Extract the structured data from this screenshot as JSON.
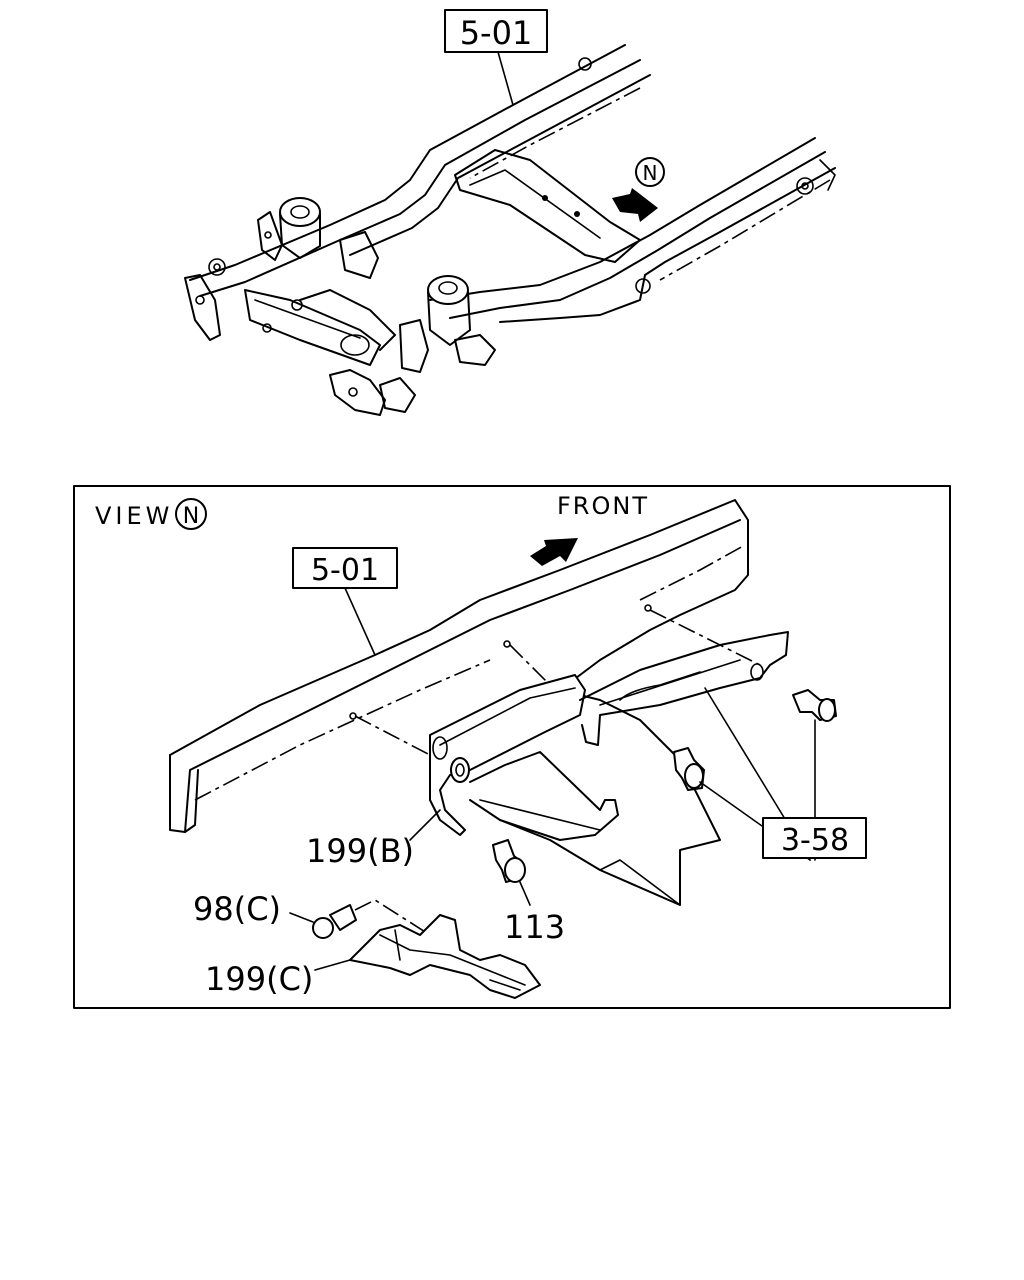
{
  "overview": {
    "ref_label": "5-01",
    "view_marker": "N"
  },
  "detail": {
    "view_caption": "VIEW",
    "view_marker": "N",
    "front_label": "FRONT",
    "ref_frame": "5-01",
    "ref_bolts": "3-58",
    "callouts": {
      "bracket_b": "199(B)",
      "bolt_113": "113",
      "bolt_98c": "98(C)",
      "bracket_c": "199(C)"
    }
  }
}
